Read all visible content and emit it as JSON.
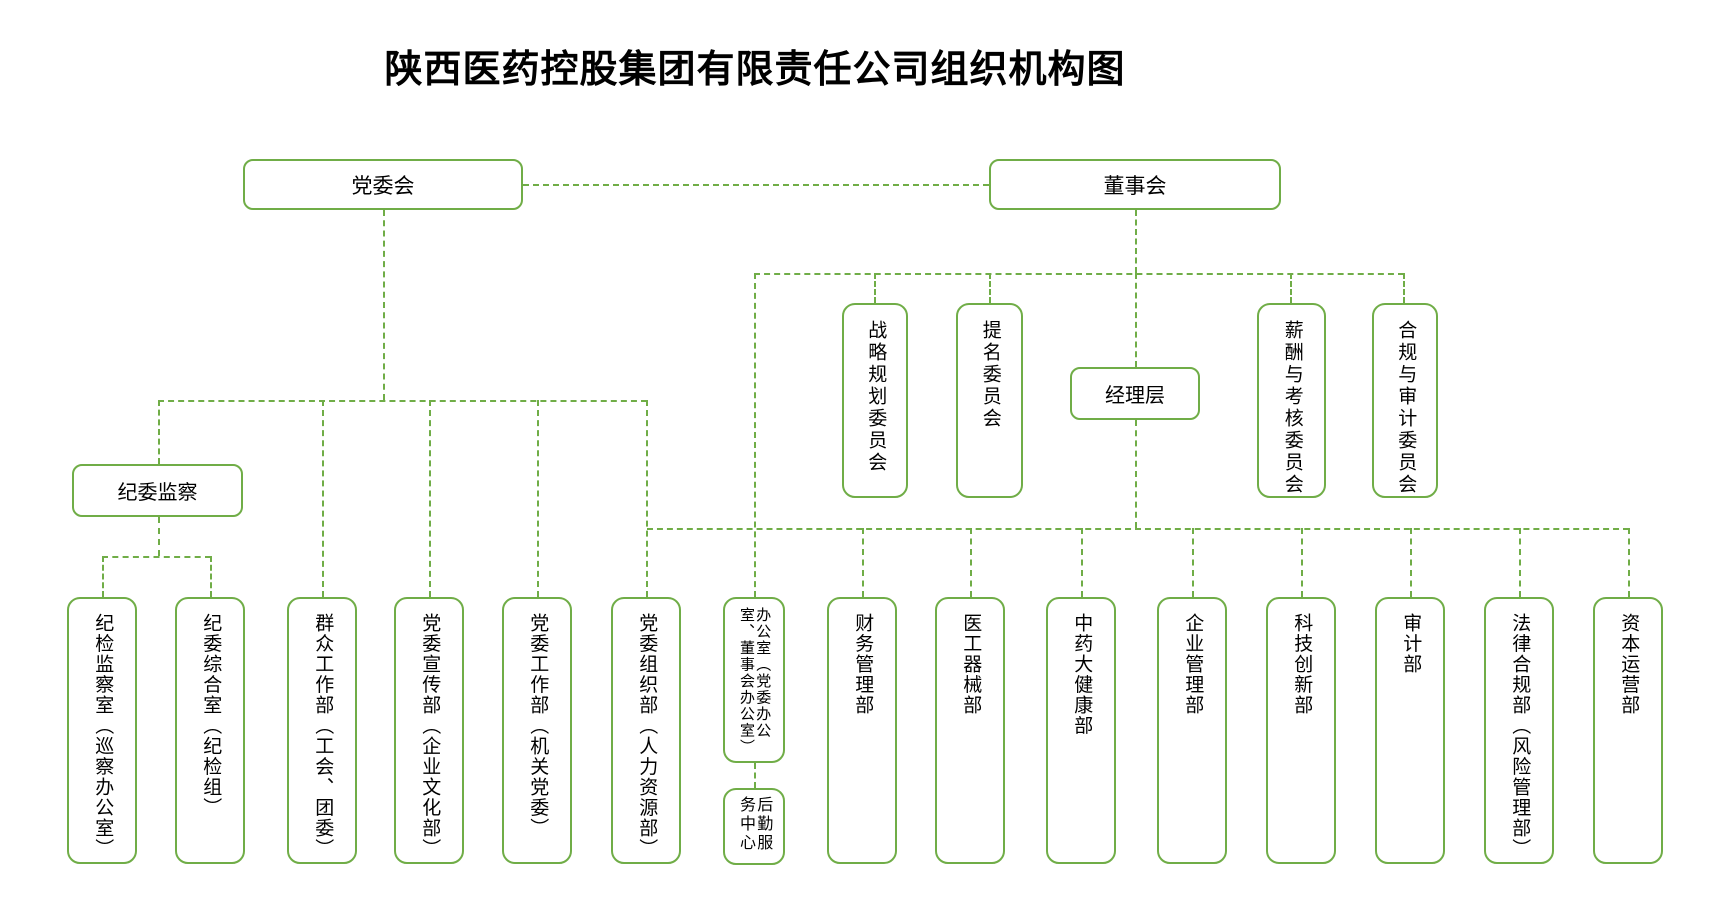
{
  "title": "陕西医药控股集团有限责任公司组织机构图",
  "colors": {
    "line_green": "#70ad47",
    "text": "#000000",
    "background": "#ffffff"
  },
  "top": {
    "party_committee": "党委会",
    "board": "董事会"
  },
  "mid": {
    "discipline_inspection": "纪委监察",
    "management_layer": "经理层"
  },
  "board_committees": [
    "战略规划委员会",
    "提名委员会",
    "薪酬与考核委员会",
    "合规与审计委员会"
  ],
  "discipline_offices": [
    "纪检监察室（巡察办公室）",
    "纪委综合室（纪检组）"
  ],
  "party_departments": [
    "群众工作部（工会、团委）",
    "党委宣传部（企业文化部）",
    "党委工作部（机关党委）",
    "党委组织部（人力资源部）"
  ],
  "management_departments": [
    "办公室（党委办公室、董事会办公室）",
    "财务管理部",
    "医工器械部",
    "中药大健康部",
    "企业管理部",
    "科技创新部",
    "审计部",
    "法律合规部（风险管理部）",
    "资本运营部"
  ],
  "sub_departments": [
    "后勤服务中心"
  ]
}
